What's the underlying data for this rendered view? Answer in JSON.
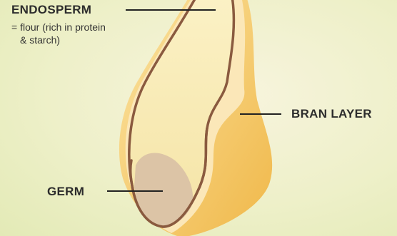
{
  "labels": {
    "endosperm": "ENDOSPERM",
    "endosperm_desc_1": "= flour (rich in protein",
    "endosperm_desc_2": "& starch)",
    "bran": "BRAN LAYER",
    "germ": "GERM"
  },
  "colors": {
    "background": "#eef0c9",
    "bran_outer": "#f3c766",
    "bran_inner": "#fbe7b2",
    "endosperm": "#f8ecb8",
    "outline": "#8a5a3f",
    "germ": "#dcc4a6",
    "text": "#2c2c2c"
  }
}
